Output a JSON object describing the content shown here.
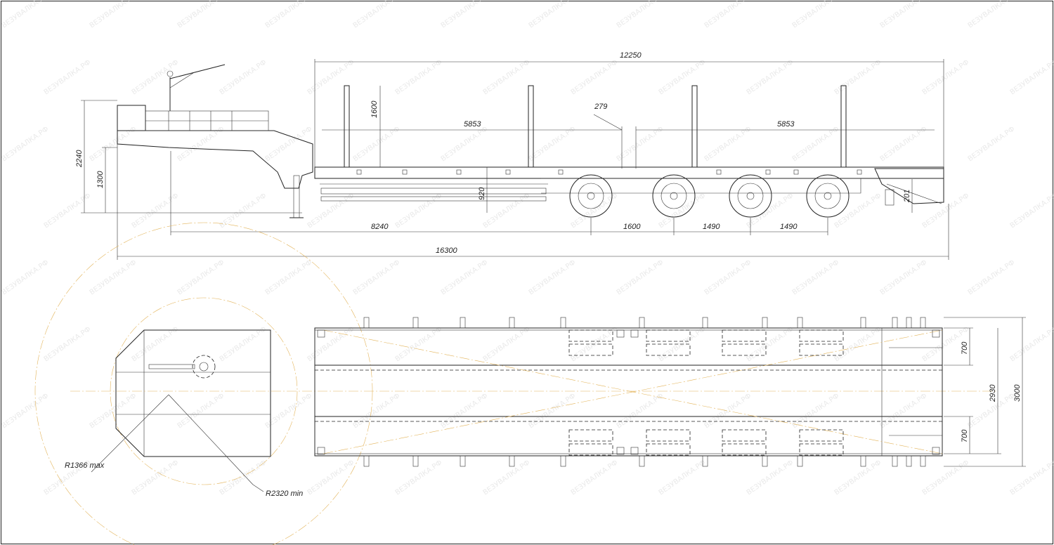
{
  "watermark": "ВЕЗУВАЛКА.РФ",
  "side_view": {
    "dims": {
      "overall_length": "16300",
      "deck_length": "12250",
      "pitch_left": "5853",
      "pitch_right": "5853",
      "gap": "279",
      "stake_height": "1600",
      "overall_height": "2240",
      "fifth_wheel_height": "1300",
      "deck_height": "920",
      "ramp_height": "201",
      "kingpin_to_axle": "8240",
      "axle_spacing_1": "1600",
      "axle_spacing_2": "1490",
      "axle_spacing_3": "1490"
    }
  },
  "top_view": {
    "dims": {
      "turn_radius_max": "R1366 max",
      "turn_radius_min": "R2320 min",
      "ramp_width_top": "700",
      "ramp_width_bottom": "700",
      "inner_width": "2930",
      "overall_width": "3000"
    }
  }
}
